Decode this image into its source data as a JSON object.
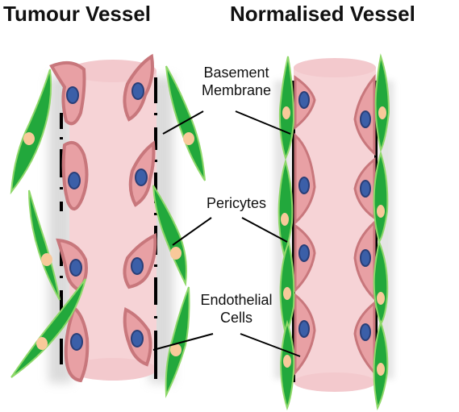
{
  "titles": {
    "tumour": "Tumour Vessel",
    "normalised": "Normalised Vessel"
  },
  "labels": {
    "basement_line1": "Basement",
    "basement_line2": "Membrane",
    "pericytes": "Pericytes",
    "endothelial_line1": "Endothelial",
    "endothelial_line2": "Cells"
  },
  "colors": {
    "vessel_lumen": "#f6d3d6",
    "endothelial_fill": "#e8a0a4",
    "endothelial_outline": "#c8777c",
    "nucleus_fill": "#3b5fa8",
    "nucleus_outline": "#2a3f78",
    "pericyte_fill": "#22a83c",
    "pericyte_outline": "#8fd86a",
    "pericyte_nucleus": "#f8c99a",
    "membrane": "#000000",
    "haze": "#bfbfbf"
  }
}
